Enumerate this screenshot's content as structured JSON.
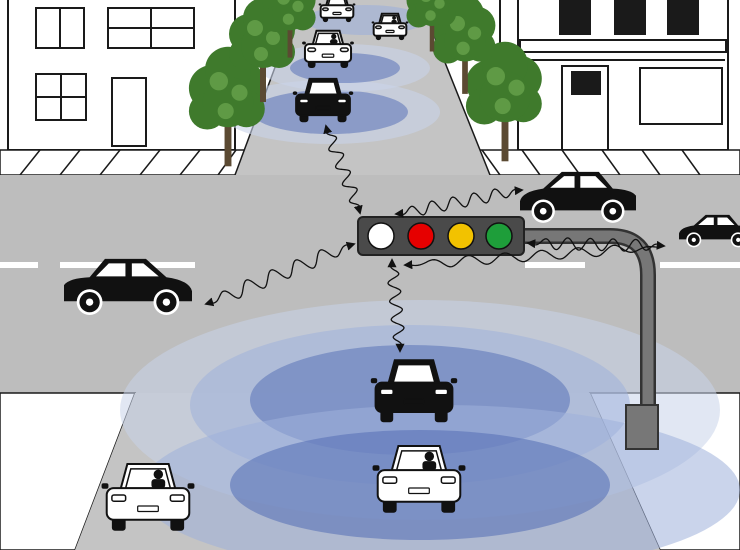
{
  "colors": {
    "sky": "#ffffff",
    "road": "#bdbdbd",
    "road_dark": "#a9a9a9",
    "sidewalk": "#e6e6e6",
    "lane_marking": "#ffffff",
    "building_stroke": "#1a1a1a",
    "coverage_outer": "#c9d3ea",
    "coverage_mid": "#9fb0da",
    "coverage_inner": "#5a73b8",
    "tree_canopy": "#3f7a2c",
    "tree_trunk": "#5b4a32",
    "pole": "#666666",
    "traffic_light_housing": "#4a4a4a",
    "light_white": "#ffffff",
    "light_red": "#e60000",
    "light_yellow": "#f2c200",
    "light_green": "#1e9e3a",
    "signal_wave": "#111111"
  },
  "scene": {
    "traffic_light": {
      "lamps": [
        "white",
        "red",
        "yellow",
        "green"
      ]
    },
    "vehicles": [
      {
        "id": "road-left-car",
        "kind": "sedan-side",
        "color": "black",
        "facing": "right"
      },
      {
        "id": "road-right-car",
        "kind": "sedan-side",
        "color": "black",
        "facing": "left"
      },
      {
        "id": "road-right-edge-car",
        "kind": "sedan-side",
        "color": "black",
        "facing": "left"
      },
      {
        "id": "street-car-1",
        "kind": "car-rear",
        "color": "white",
        "driver": false
      },
      {
        "id": "street-car-2",
        "kind": "car-rear",
        "color": "white",
        "driver": true
      },
      {
        "id": "street-car-3",
        "kind": "car-rear",
        "color": "white",
        "driver": true
      },
      {
        "id": "street-car-4",
        "kind": "car-rear",
        "color": "black",
        "driver": false
      },
      {
        "id": "front-car-black",
        "kind": "car-rear",
        "color": "black",
        "driver": false
      },
      {
        "id": "front-car-white",
        "kind": "car-rear",
        "color": "white",
        "driver": true
      },
      {
        "id": "corner-car-white",
        "kind": "car-rear",
        "color": "white",
        "driver": true
      }
    ],
    "signal_links": [
      "traffic-light-to-street-car",
      "traffic-light-to-right-car",
      "traffic-light-to-far-right-car",
      "traffic-light-to-left-car",
      "traffic-light-to-front-car"
    ]
  }
}
